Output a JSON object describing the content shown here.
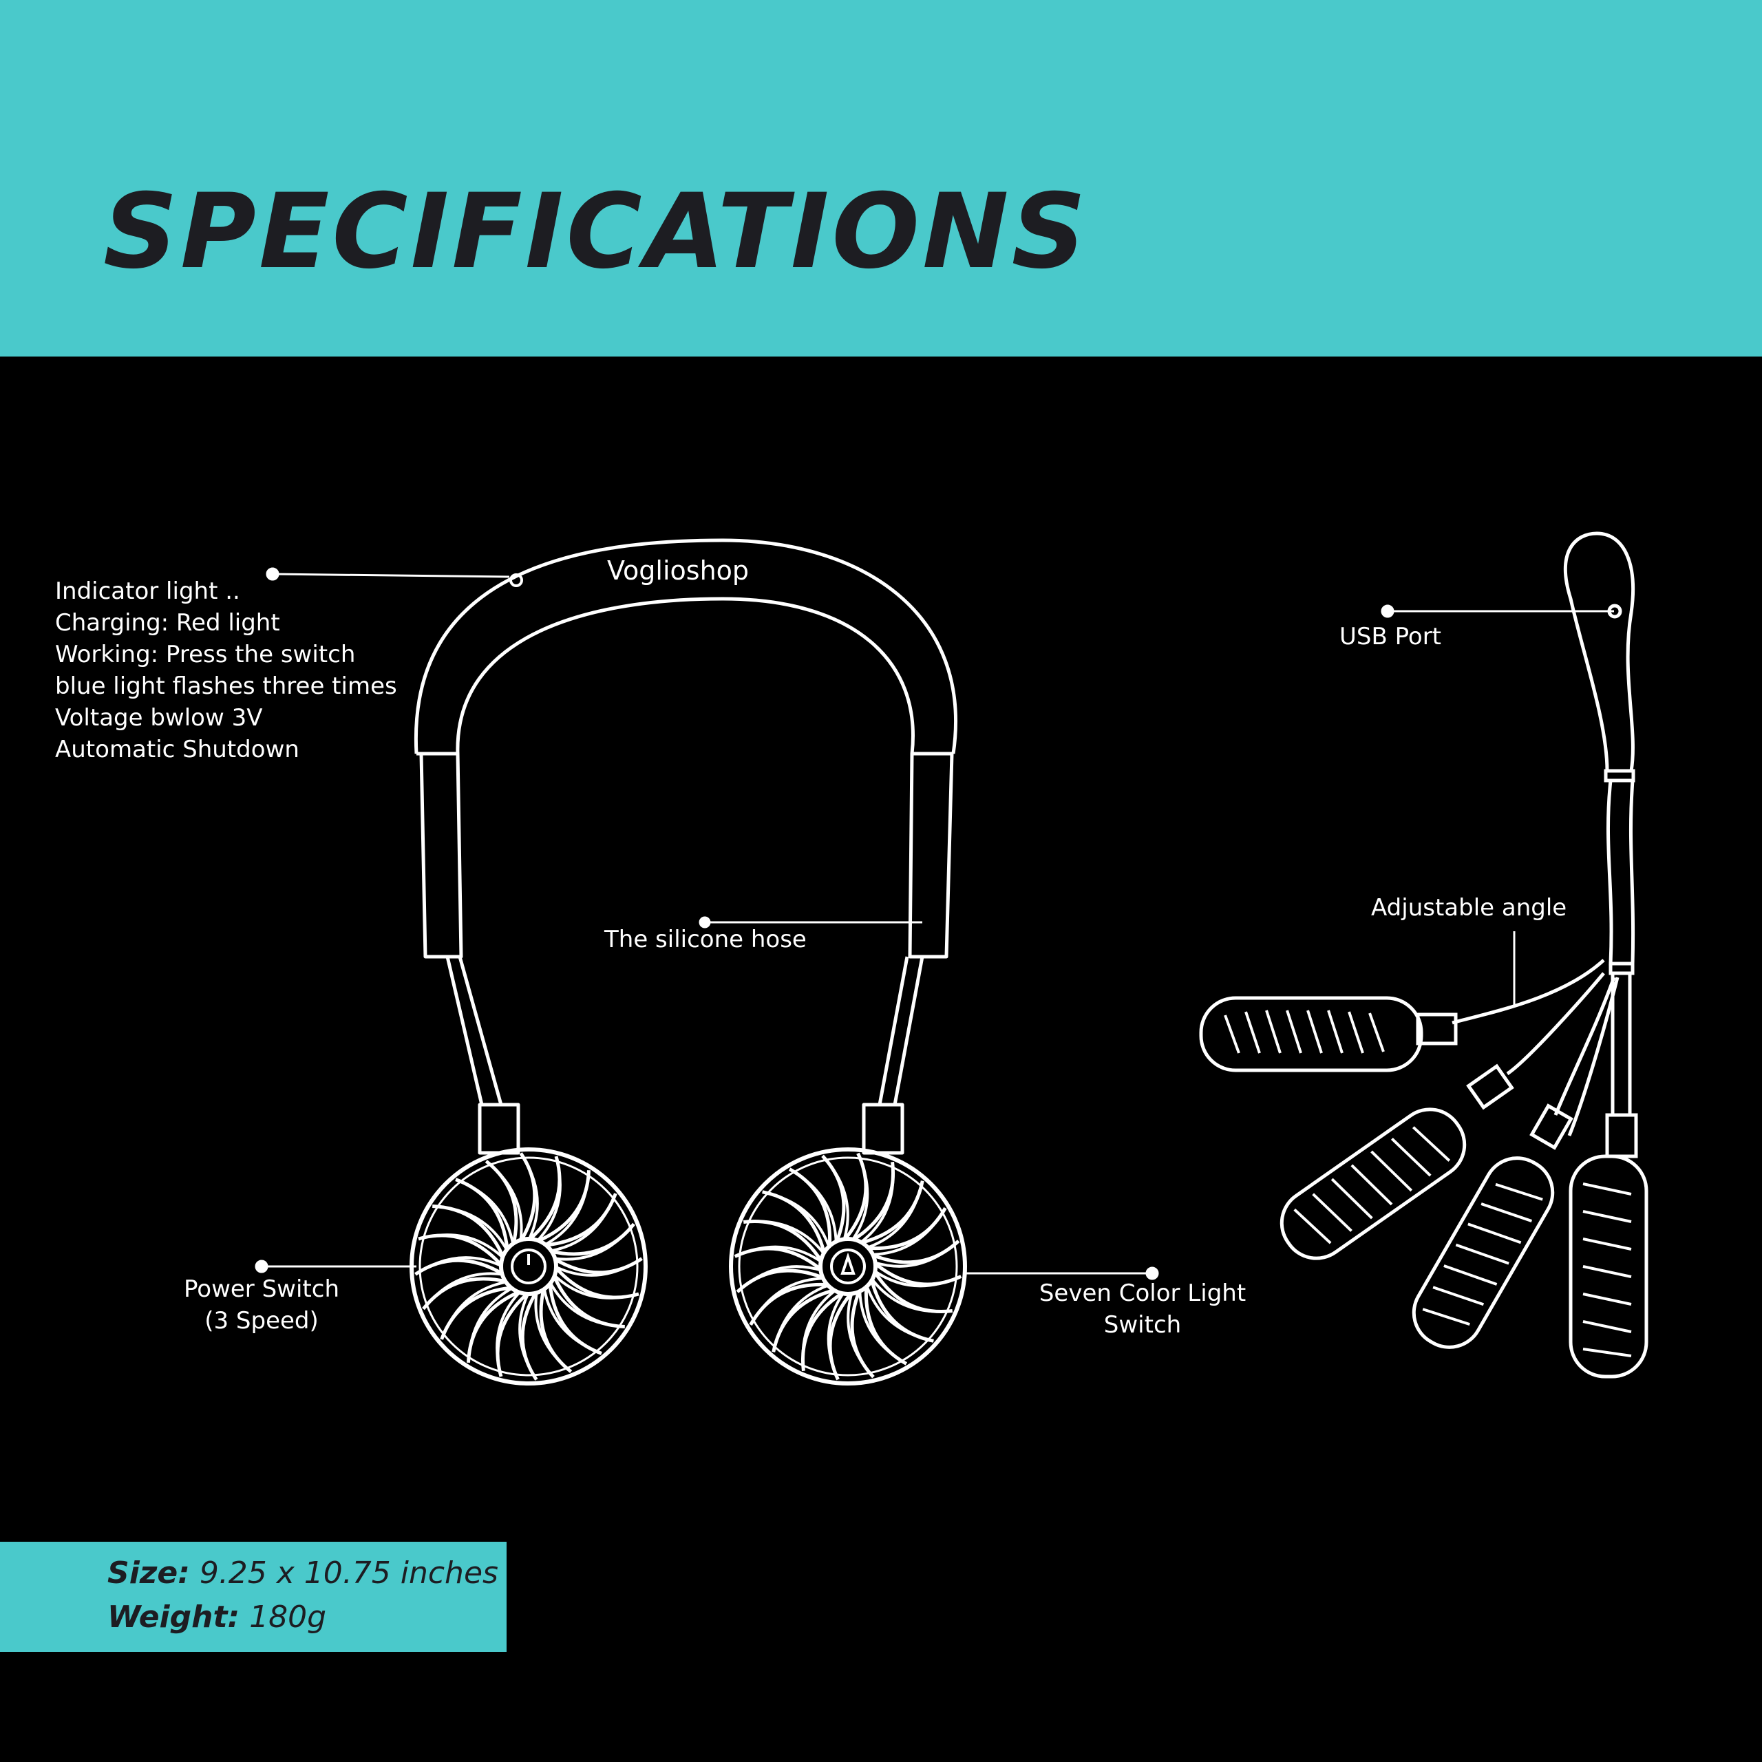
{
  "header": {
    "title": "SPECIFICATIONS"
  },
  "brand": {
    "text": "Voglioshop"
  },
  "labels": {
    "indicator_lines": [
      "Indicator light ..",
      "Charging: Red light",
      "Working: Press the switch",
      "blue light flashes three times",
      "Voltage bwlow 3V",
      "Automatic Shutdown"
    ],
    "silicone_hose": "The silicone hose",
    "power_switch_1": "Power Switch",
    "power_switch_2": "(3 Speed)",
    "seven_color_1": "Seven Color Light",
    "seven_color_2": "Switch",
    "usb_port": "USB Port",
    "adjustable_angle": "Adjustable angle"
  },
  "specs": {
    "size_label": "Size:",
    "size_value": "9.25 x 10.75 inches",
    "weight_label": "Weight:",
    "weight_value": "180g"
  },
  "colors": {
    "accent": "#4ac9cb",
    "title_text": "#1d1d22",
    "background": "#000000",
    "line_art": "#ffffff"
  }
}
